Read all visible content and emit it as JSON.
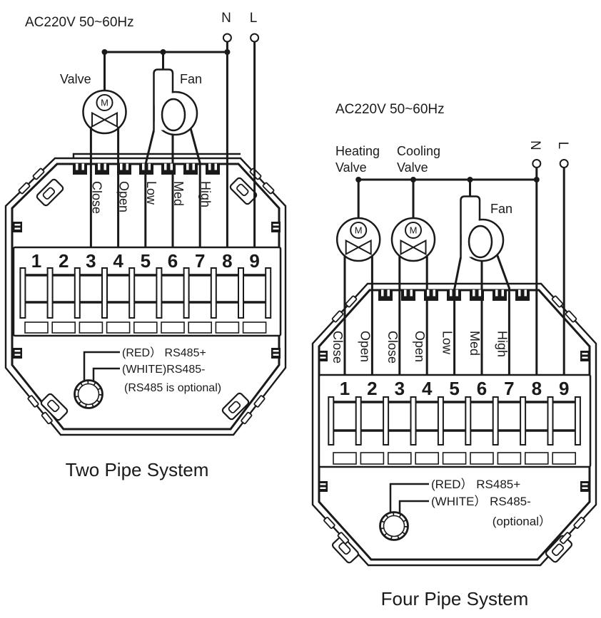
{
  "colors": {
    "ink": "#1a1a1a",
    "background": "#ffffff"
  },
  "two_pipe": {
    "title": "Two Pipe System",
    "power_label": "AC220V 50~60Hz",
    "neutral_label": "N",
    "live_label": "L",
    "valve_label": "Valve",
    "fan_label": "Fan",
    "motor_letter": "M",
    "terminals": [
      "1",
      "2",
      "3",
      "4",
      "5",
      "6",
      "7",
      "8",
      "9"
    ],
    "wire_labels": [
      "Close",
      "Open",
      "Low",
      "Med",
      "High"
    ],
    "rs485": {
      "red_label": "(RED） RS485+",
      "white_label": "(WHITE)RS485-",
      "note_label": "(RS485 is optional)"
    }
  },
  "four_pipe": {
    "title": "Four Pipe System",
    "power_label": "AC220V 50~60Hz",
    "heating_valve_label_line1": "Heating",
    "heating_valve_label_line2": "Valve",
    "cooling_valve_label_line1": "Cooling",
    "cooling_valve_label_line2": "Valve",
    "fan_label": "Fan",
    "motor_letter": "M",
    "neutral_label": "N",
    "live_label": "L",
    "terminals": [
      "1",
      "2",
      "3",
      "4",
      "5",
      "6",
      "7",
      "8",
      "9"
    ],
    "wire_labels": [
      "Close",
      "Open",
      "Close",
      "Open",
      "Low",
      "Med",
      "High"
    ],
    "rs485": {
      "red_label": "(RED） RS485+",
      "white_label": "(WHITE） RS485-",
      "note_label": "(optional）"
    }
  }
}
